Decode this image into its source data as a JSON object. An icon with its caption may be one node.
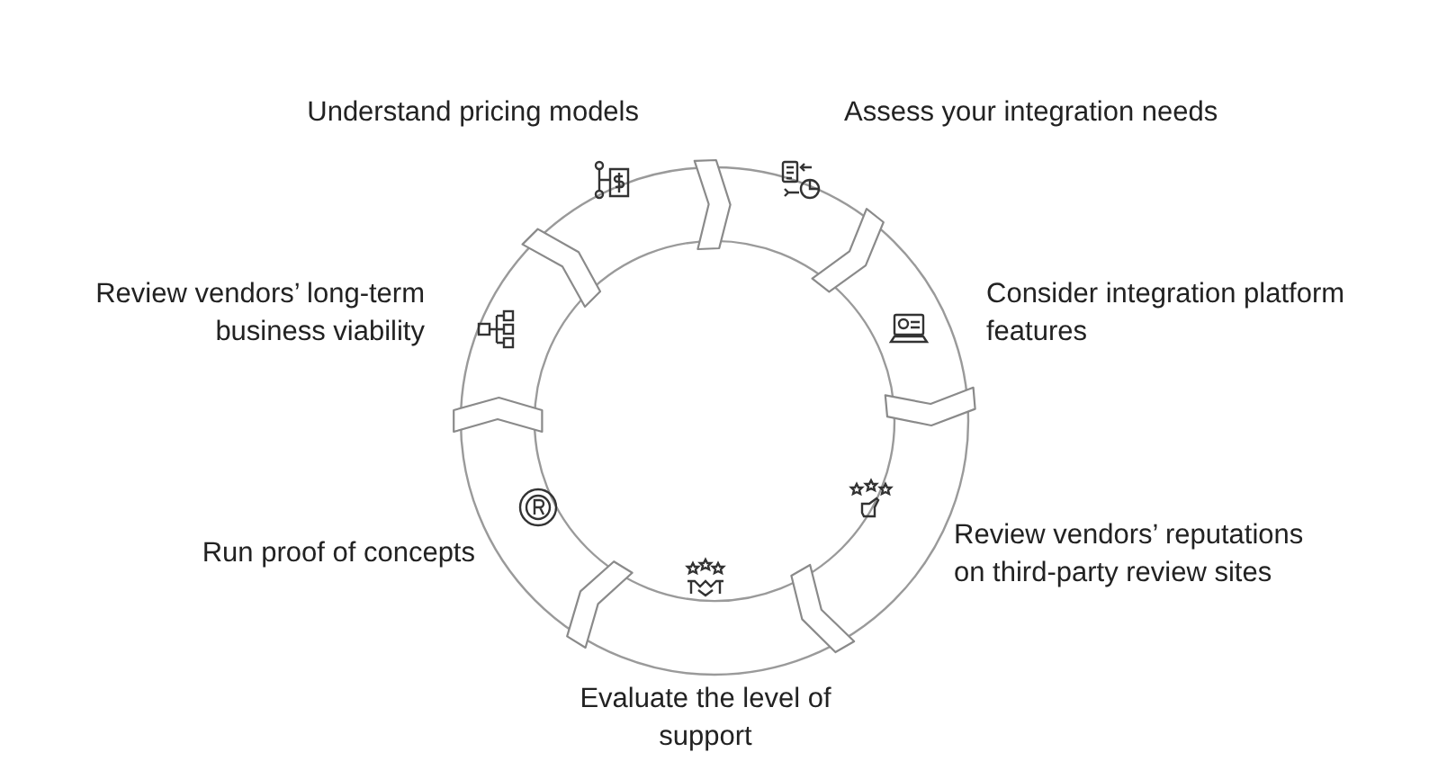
{
  "diagram": {
    "nodes": [
      {
        "text": [
          "Assess your integration needs"
        ]
      },
      {
        "text": [
          "Consider integration platform features"
        ]
      },
      {
        "text": [
          "Review vendors’ reputations on third-party review sites"
        ]
      },
      {
        "text": [
          "Evaluate the level of support"
        ]
      },
      {
        "text": [
          "Run proof of concepts"
        ]
      },
      {
        "text": [
          "Review vendors’ long-term business viability"
        ]
      },
      {
        "text": [
          "Understand pricing models"
        ]
      }
    ]
  }
}
